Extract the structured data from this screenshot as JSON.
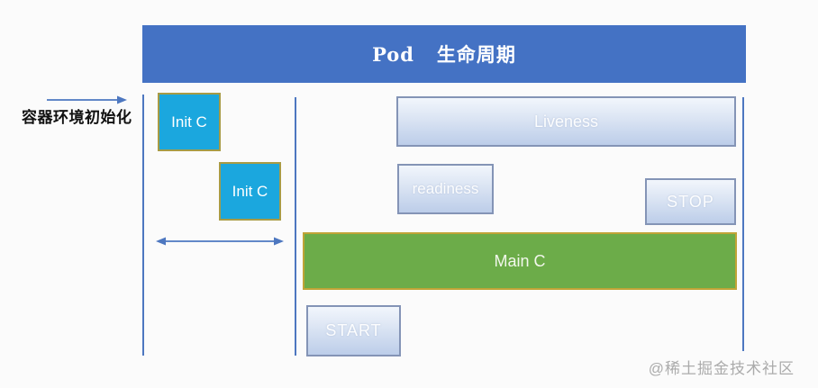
{
  "header": {
    "title": "Pod   生命周期"
  },
  "left_panel": {
    "init_label": "容器环境初始化",
    "arrow_icon": "right-arrow"
  },
  "boxes": {
    "init_c1": "Init C",
    "init_c2": "Init C",
    "liveness": "Liveness",
    "readiness": "readiness",
    "stop": "STOP",
    "main_c": "Main C",
    "start": "START"
  },
  "footer": {
    "watermark": "@稀土掘金技术社区"
  },
  "colors": {
    "header_blue": "#4472c4",
    "timeline_blue": "#4d77c0",
    "init_cyan": "#1ba7de",
    "gold_border": "#a89b45",
    "main_green": "#6cac49",
    "main_green_border": "#c0a437",
    "glass_top": "#f2f6fc",
    "glass_bottom": "#bccde9",
    "glass_border": "#8494b6",
    "watermark_gray": "#ababab",
    "label_black": "#111111"
  }
}
